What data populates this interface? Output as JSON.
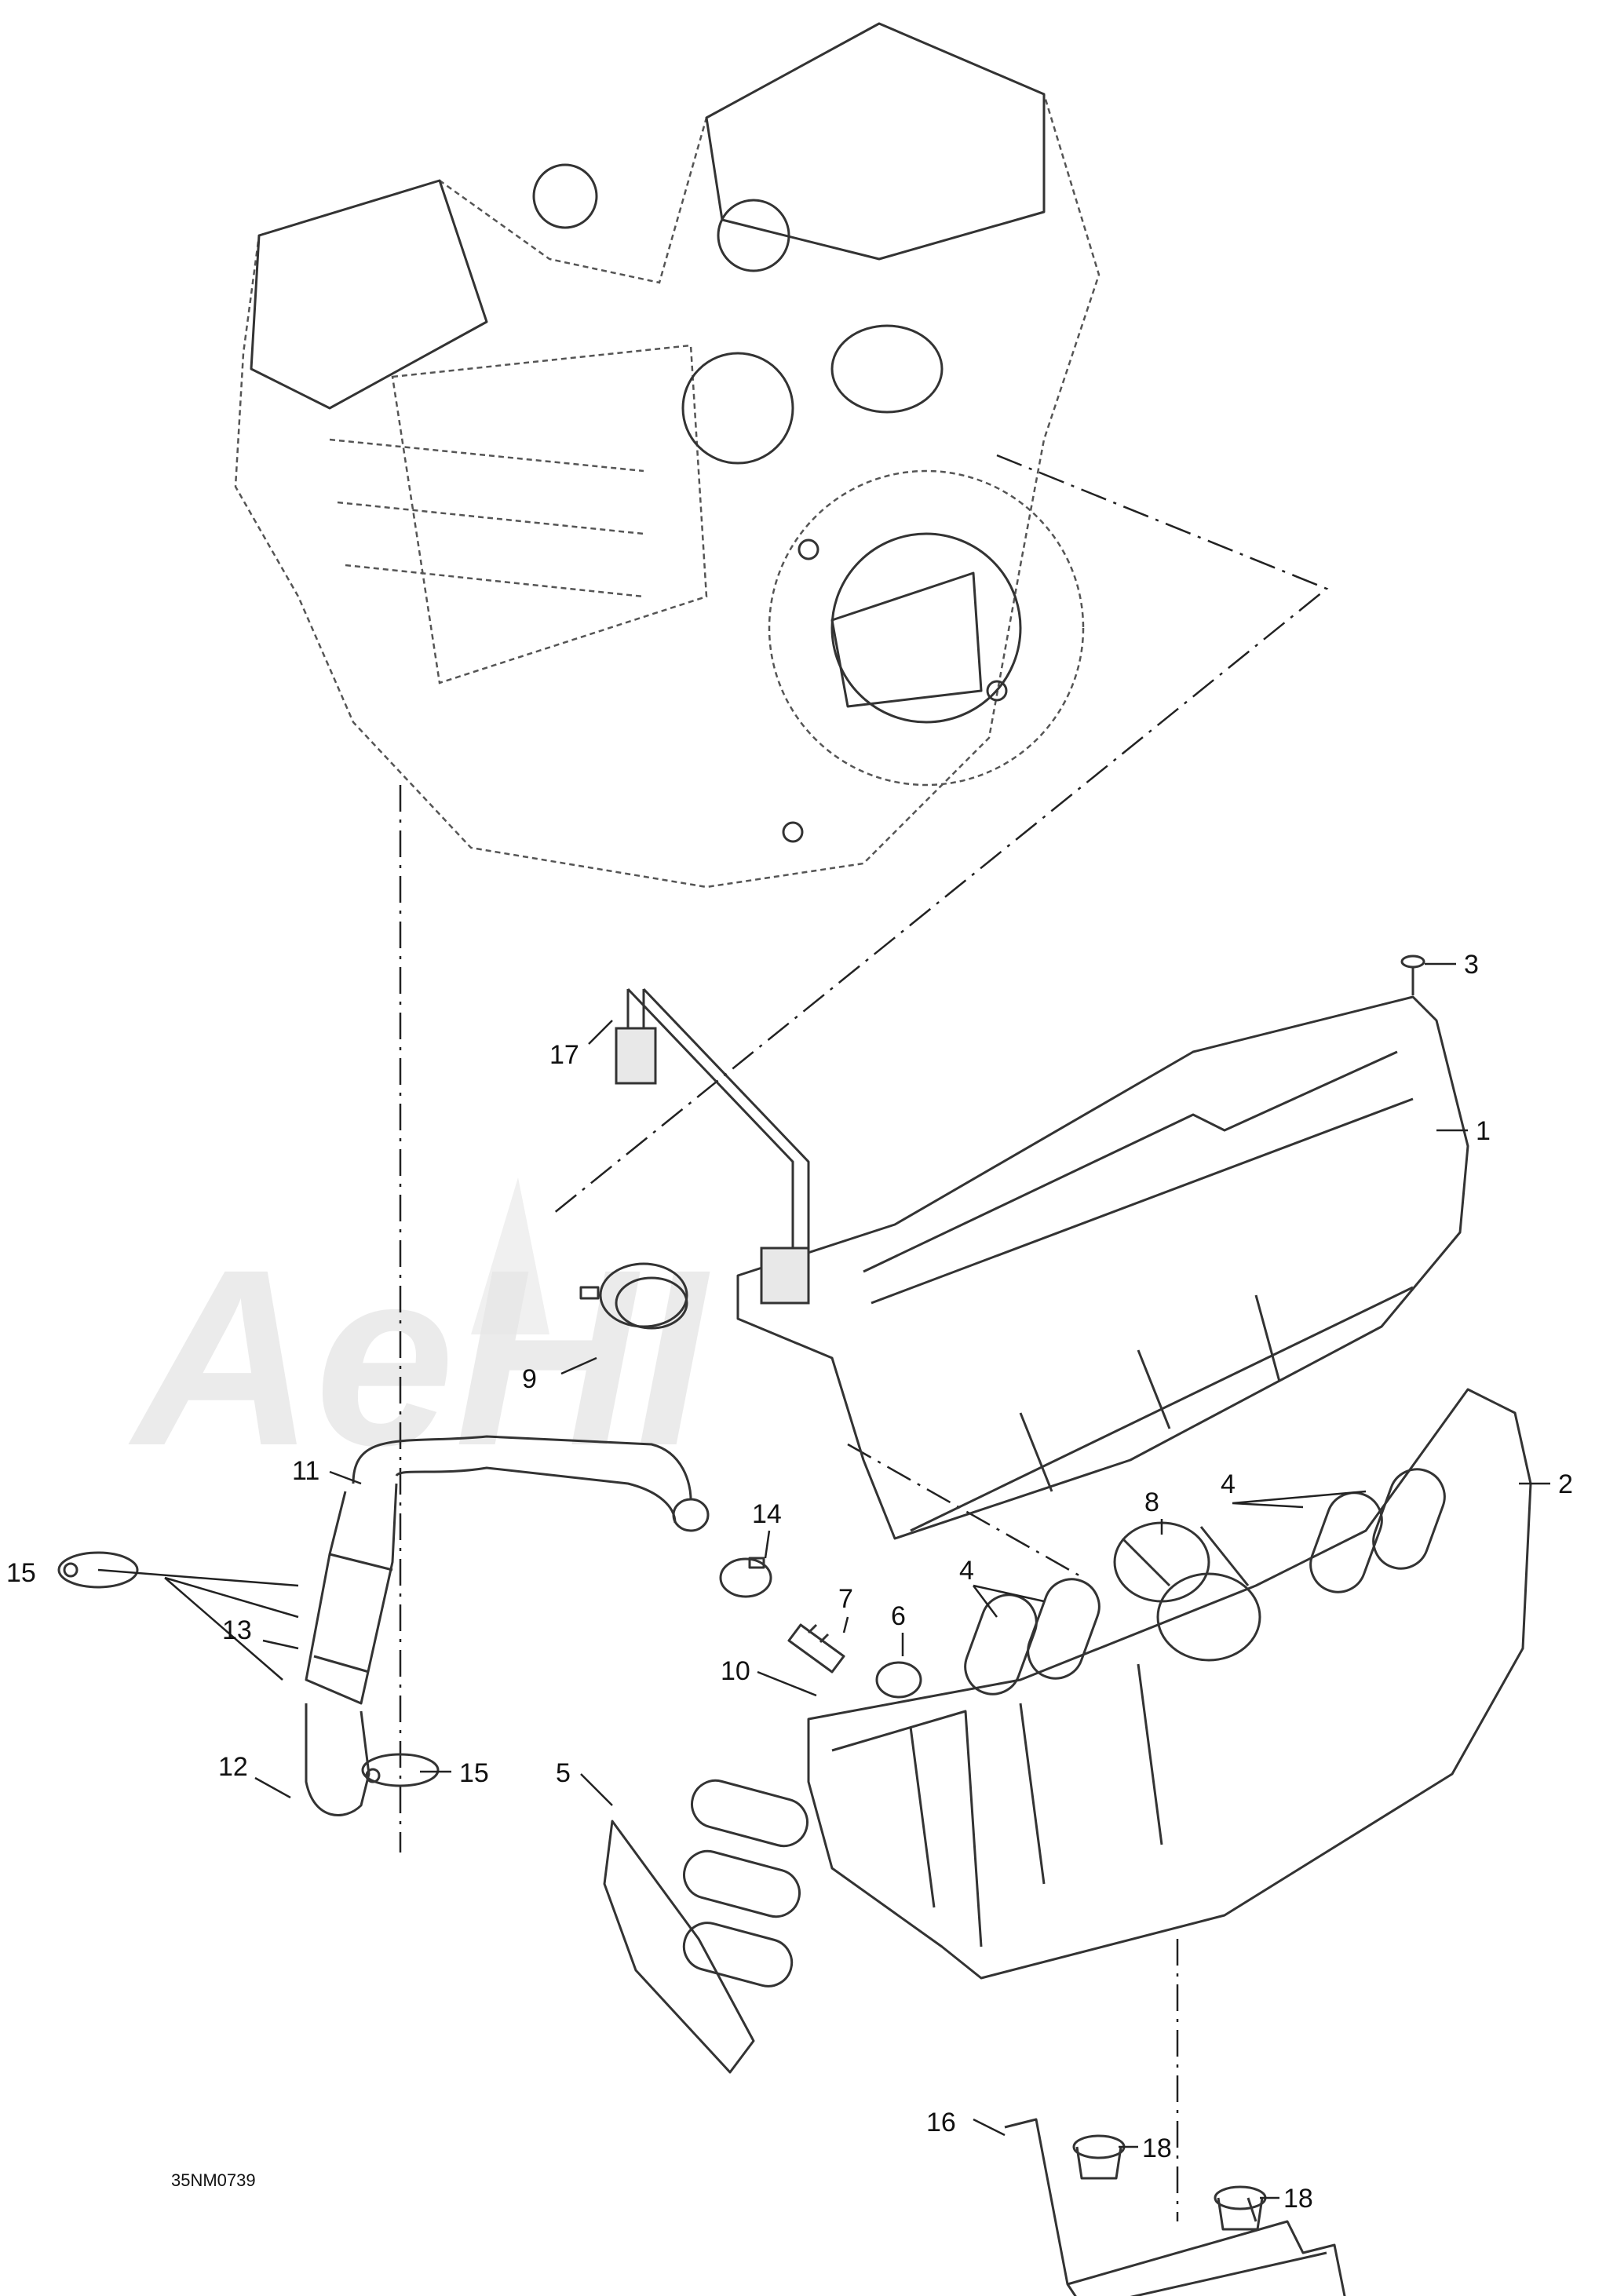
{
  "diagram": {
    "code": "35NM0739",
    "watermark": "AeHI",
    "callouts": [
      "1",
      "2",
      "3",
      "4",
      "4",
      "5",
      "6",
      "7",
      "8",
      "9",
      "10",
      "11",
      "12",
      "13",
      "14",
      "15",
      "15",
      "16",
      "17",
      "18",
      "18"
    ]
  }
}
